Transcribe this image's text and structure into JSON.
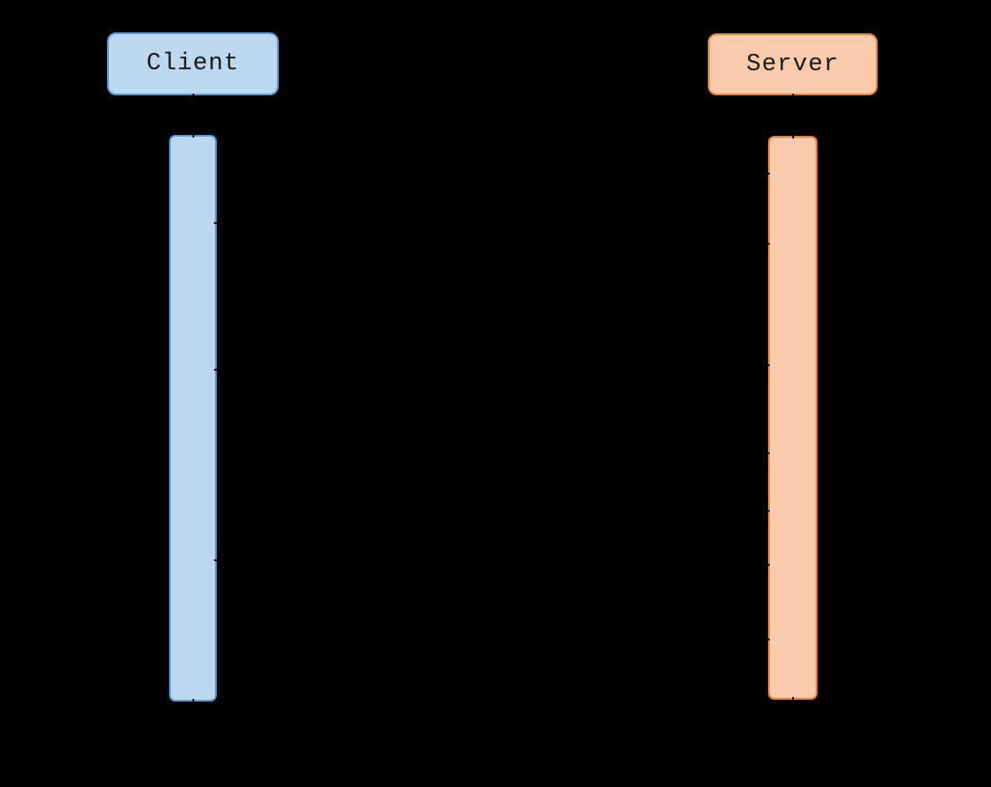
{
  "diagram": {
    "type": "sequence",
    "background_color": "#000000",
    "actors": [
      {
        "id": "client",
        "label": "Client",
        "fill": "#BDD7EE",
        "border_color": "#5B9BD5",
        "text_color": "#1A1A1A"
      },
      {
        "id": "server",
        "label": "Server",
        "fill": "#F8CBAD",
        "border_color": "#ED7D31",
        "text_color": "#1A1A1A"
      }
    ],
    "activation_bars": [
      {
        "actor": "client",
        "fill": "#BDD7EE",
        "border_color": "#5B9BD5"
      },
      {
        "actor": "server",
        "fill": "#F8CBAD",
        "border_color": "#ED7D31"
      }
    ],
    "edge_ticks": {
      "client_bar_right_y": [
        247,
        410,
        622
      ],
      "server_bar_left_y": [
        192,
        270,
        405,
        503,
        567,
        627,
        710
      ]
    }
  }
}
